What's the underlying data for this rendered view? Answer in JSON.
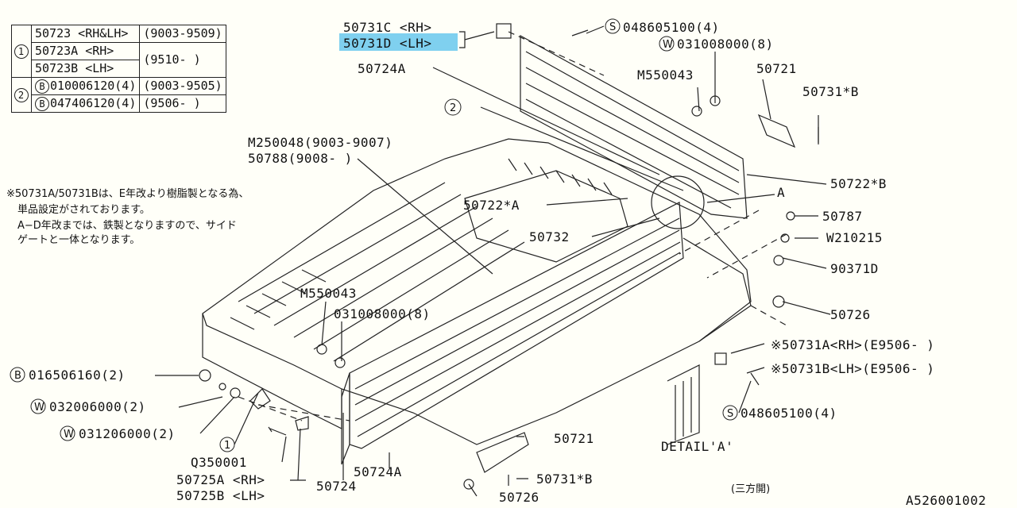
{
  "table": {
    "group1_marker": "1",
    "group2_marker": "2",
    "rows": [
      {
        "part": "50723 <RH&LH>",
        "range": "(9003-9509)"
      },
      {
        "part": "50723A <RH>",
        "range": "(9510-     )"
      },
      {
        "part": "50723B <LH>",
        "range": ""
      },
      {
        "prefix": "B",
        "part": "010006120(4)",
        "range": "(9003-9505)"
      },
      {
        "prefix": "B",
        "part": "047406120(4)",
        "range": "(9506-     )"
      }
    ]
  },
  "note": {
    "line1": "※50731A/50731Bは、E年改より樹脂製となる為、",
    "line2": "単品設定がされております。",
    "line3": "A−D年改までは、鉄製となりますので、サイド",
    "line4": "ゲートと一体となります。"
  },
  "labels": {
    "p50731C": "50731C <RH>",
    "p50731D": "50731D <LH>",
    "s_prefix": "S",
    "s048605100_top": "048605100(4)",
    "w_prefix": "W",
    "w031008000_top": "031008000(8)",
    "p50724A_top": "50724A",
    "m550043_top": "M550043",
    "p50721_top": "50721",
    "p50731B_top": "50731*B",
    "marker2": "2",
    "m250048": "M250048(9003-9007)",
    "p50788": "50788(9008-        )",
    "p50722B": "50722*B",
    "p50722A": "50722*A",
    "detailA_ref": "A",
    "p50787": "50787",
    "p50732": "50732",
    "w210215": "W210215",
    "p90371D": "90371D",
    "m550043_mid": "M550043",
    "w031008000_mid": "031008000(8)",
    "p50726_right": "50726",
    "b_prefix": "B",
    "b016506160": "016506160(2)",
    "w032006000": "032006000(2)",
    "w031206000": "031206000(2)",
    "marker1": "1",
    "q350001": "Q350001",
    "p50725A": "50725A <RH>",
    "p50725B": "50725B <LH>",
    "p50724": "50724",
    "p50724A_bottom": "50724A",
    "p50721_bottom": "50721",
    "p50731B_bottom": "50731*B",
    "p50726_bottom": "50726",
    "p50731A_detail": "※50731A<RH>(E9506-   )",
    "p50731B_detail": "※50731B<LH>(E9506-   )",
    "s048605100_detail": "048605100(4)",
    "detail_title": "DETAIL'A'",
    "sanpou": "(三方開)",
    "figure_id": "A526001002"
  },
  "colors": {
    "highlight": "#7fd0ef",
    "ink": "#111111",
    "paper": "#fffff8"
  }
}
